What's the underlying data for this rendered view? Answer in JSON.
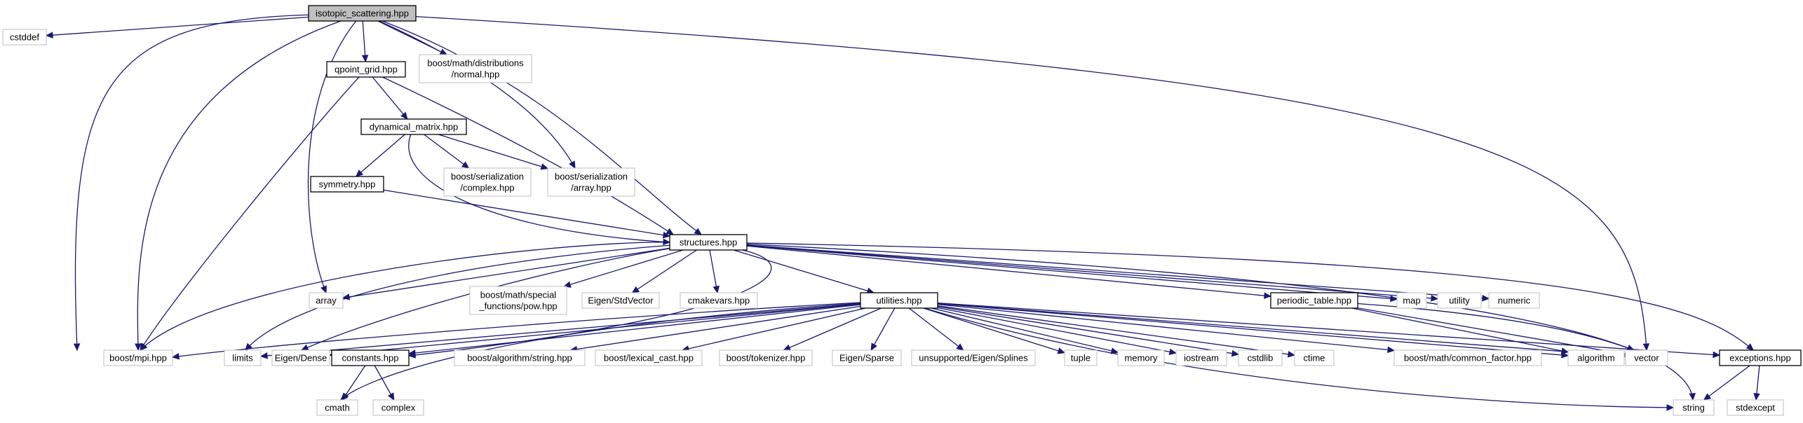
{
  "diagram": {
    "nodes": [
      {
        "id": "isotopic",
        "lines": [
          "isotopic_scattering.hpp"
        ],
        "kind": "root"
      },
      {
        "id": "cstddef",
        "lines": [
          "cstddef"
        ],
        "kind": "ext"
      },
      {
        "id": "cmath",
        "lines": [
          "cmath"
        ],
        "kind": "ext"
      },
      {
        "id": "boost_mpi",
        "lines": [
          "boost/mpi.hpp"
        ],
        "kind": "ext"
      },
      {
        "id": "qpoint_grid",
        "lines": [
          "qpoint_grid.hpp"
        ],
        "kind": "int"
      },
      {
        "id": "array",
        "lines": [
          "array"
        ],
        "kind": "ext"
      },
      {
        "id": "boost_normal",
        "lines": [
          "boost/math/distributions",
          "/normal.hpp"
        ],
        "kind": "ext"
      },
      {
        "id": "boost_ser_array",
        "lines": [
          "boost/serialization",
          "/array.hpp"
        ],
        "kind": "ext"
      },
      {
        "id": "structures",
        "lines": [
          "structures.hpp"
        ],
        "kind": "int"
      },
      {
        "id": "vector",
        "lines": [
          "vector"
        ],
        "kind": "ext"
      },
      {
        "id": "exceptions",
        "lines": [
          "exceptions.hpp"
        ],
        "kind": "int"
      },
      {
        "id": "dynamical_matrix",
        "lines": [
          "dynamical_matrix.hpp"
        ],
        "kind": "int"
      },
      {
        "id": "symmetry",
        "lines": [
          "symmetry.hpp"
        ],
        "kind": "int"
      },
      {
        "id": "boost_ser_complex",
        "lines": [
          "boost/serialization",
          "/complex.hpp"
        ],
        "kind": "ext"
      },
      {
        "id": "limits",
        "lines": [
          "limits"
        ],
        "kind": "ext"
      },
      {
        "id": "eigen_dense",
        "lines": [
          "Eigen/Dense"
        ],
        "kind": "ext"
      },
      {
        "id": "boost_pow",
        "lines": [
          "boost/math/special",
          "_functions/pow.hpp"
        ],
        "kind": "ext"
      },
      {
        "id": "eigen_stdvector",
        "lines": [
          "Eigen/StdVector"
        ],
        "kind": "ext"
      },
      {
        "id": "cmakevars",
        "lines": [
          "cmakevars.hpp"
        ],
        "kind": "ext"
      },
      {
        "id": "utilities",
        "lines": [
          "utilities.hpp"
        ],
        "kind": "int"
      },
      {
        "id": "periodic_table",
        "lines": [
          "periodic_table.hpp"
        ],
        "kind": "int"
      },
      {
        "id": "map",
        "lines": [
          "map"
        ],
        "kind": "ext"
      },
      {
        "id": "utility",
        "lines": [
          "utility"
        ],
        "kind": "ext"
      },
      {
        "id": "numeric",
        "lines": [
          "numeric"
        ],
        "kind": "ext"
      },
      {
        "id": "constants",
        "lines": [
          "constants.hpp"
        ],
        "kind": "int"
      },
      {
        "id": "complex",
        "lines": [
          "complex"
        ],
        "kind": "ext"
      },
      {
        "id": "boost_alg_string",
        "lines": [
          "boost/algorithm/string.hpp"
        ],
        "kind": "ext"
      },
      {
        "id": "boost_lexical_cast",
        "lines": [
          "boost/lexical_cast.hpp"
        ],
        "kind": "ext"
      },
      {
        "id": "boost_tokenizer",
        "lines": [
          "boost/tokenizer.hpp"
        ],
        "kind": "ext"
      },
      {
        "id": "eigen_sparse",
        "lines": [
          "Eigen/Sparse"
        ],
        "kind": "ext"
      },
      {
        "id": "eigen_splines",
        "lines": [
          "unsupported/Eigen/Splines"
        ],
        "kind": "ext"
      },
      {
        "id": "tuple",
        "lines": [
          "tuple"
        ],
        "kind": "ext"
      },
      {
        "id": "memory",
        "lines": [
          "memory"
        ],
        "kind": "ext"
      },
      {
        "id": "iostream",
        "lines": [
          "iostream"
        ],
        "kind": "ext"
      },
      {
        "id": "cstdlib",
        "lines": [
          "cstdlib"
        ],
        "kind": "ext"
      },
      {
        "id": "ctime",
        "lines": [
          "ctime"
        ],
        "kind": "ext"
      },
      {
        "id": "boost_common_factor",
        "lines": [
          "boost/math/common_factor.hpp"
        ],
        "kind": "ext"
      },
      {
        "id": "algorithm",
        "lines": [
          "algorithm"
        ],
        "kind": "ext"
      },
      {
        "id": "string",
        "lines": [
          "string"
        ],
        "kind": "ext"
      },
      {
        "id": "stdexcept",
        "lines": [
          "stdexcept"
        ],
        "kind": "ext"
      }
    ],
    "colors": {
      "edge": "#191970",
      "external_border": "#bfbfbf",
      "root_fill": "#bfbfbf",
      "internal_border": "#000000"
    }
  }
}
